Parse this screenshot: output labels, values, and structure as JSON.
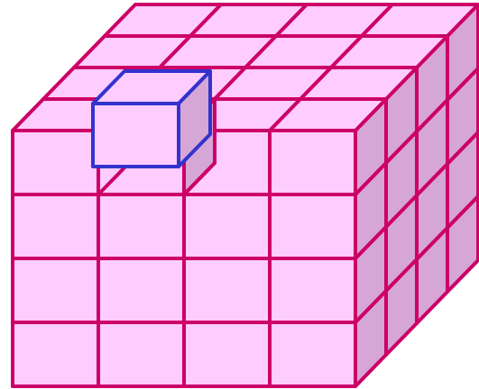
{
  "figure": {
    "kind": "isometric-cube-grid",
    "grid_size": 4,
    "removed_cube": {
      "row": 0,
      "col": 1
    },
    "colors": {
      "face_front": "#ffccff",
      "face_top": "#ffccff",
      "face_side": "#d6a6d6",
      "edge": "#cc0066",
      "highlight_edge": "#3333cc",
      "highlight_face": "#ffccff"
    }
  }
}
